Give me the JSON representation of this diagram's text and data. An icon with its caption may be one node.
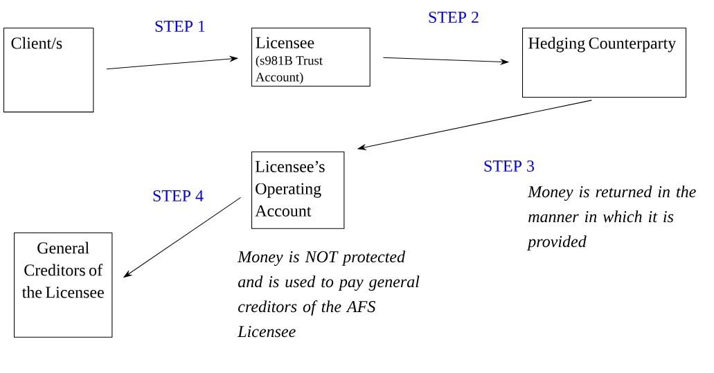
{
  "diagram": {
    "nodes": [
      {
        "text": [
          "Client/s"
        ]
      },
      {
        "text": [
          "Licensee",
          "(s981B Trust Account)"
        ]
      },
      {
        "text": [
          "Hedging Counterparty"
        ]
      },
      {
        "text": [
          "Licensee’s Operating Account"
        ]
      },
      {
        "text": [
          "General Creditors of the Licensee"
        ]
      }
    ],
    "edges": [
      {
        "from": 0,
        "to": 1,
        "arrow": "to",
        "label": "STEP 1"
      },
      {
        "from": 1,
        "to": 2,
        "arrow": "to",
        "label": "STEP 2"
      },
      {
        "from": 2,
        "to": 3,
        "arrow": "to",
        "label": "STEP 3"
      },
      {
        "from": 3,
        "to": 4,
        "arrow": "to",
        "label": "STEP 4"
      }
    ],
    "labels": [
      "Money is returned in the manner in which it is provided",
      "Money is NOT protected and is used to pay general creditors of the AFS Licensee"
    ]
  }
}
